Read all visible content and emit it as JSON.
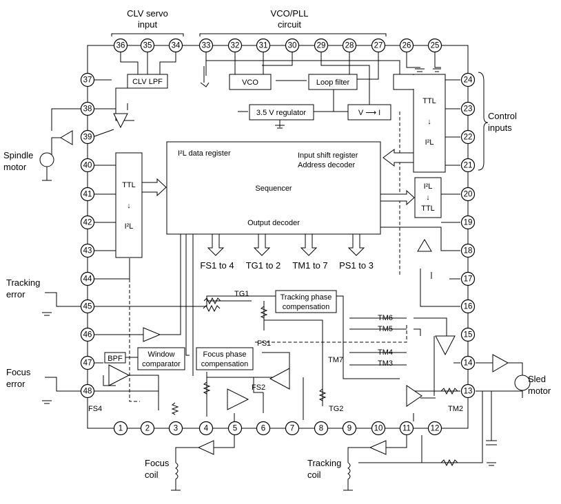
{
  "top_groups": {
    "clv_servo_input": [
      "CLV servo",
      "input"
    ],
    "vco_pll_circuit": [
      "VCO/PLL",
      "circuit"
    ]
  },
  "pins": [
    "1",
    "2",
    "3",
    "4",
    "5",
    "6",
    "7",
    "8",
    "9",
    "10",
    "11",
    "12",
    "13",
    "14",
    "15",
    "16",
    "17",
    "18",
    "19",
    "20",
    "21",
    "22",
    "23",
    "24",
    "25",
    "26",
    "27",
    "28",
    "29",
    "30",
    "31",
    "32",
    "33",
    "34",
    "35",
    "36",
    "37",
    "38",
    "39",
    "40",
    "41",
    "42",
    "43",
    "44",
    "45",
    "46",
    "47",
    "48"
  ],
  "blocks": {
    "clv_lpf": "CLV LPF",
    "vco": "VCO",
    "loop_filter": "Loop filter",
    "regulator": "3.5 V regulator",
    "v_to_i": "V ⟶ I",
    "bpf": "BPF",
    "window_comparator": [
      "Window",
      "comparator"
    ],
    "focus_phase_compensation": [
      "Focus phase",
      "compensation"
    ],
    "tracking_phase_compensation": [
      "Tracking phase",
      "compensation"
    ]
  },
  "core": {
    "i2l_data_register": "I²L data register",
    "input_shift_register": "Input shift register",
    "address_decoder": "Address decoder",
    "sequencer": "Sequencer",
    "output_decoder": "Output decoder"
  },
  "converters": {
    "ttl_i2l_right": [
      "TTL",
      "↓",
      "I²L"
    ],
    "ttl_i2l_left": [
      "TTL",
      "↓",
      "I²L"
    ],
    "i2l_ttl": [
      "I²L",
      "↓",
      "TTL"
    ]
  },
  "outputs": [
    "FS1 to 4",
    "TG1 to 2",
    "TM1 to 7",
    "PS1 to 3"
  ],
  "switches": [
    "TG1",
    "TM6",
    "TM5",
    "FS1",
    "TM7",
    "TM4",
    "TM3",
    "FS2",
    "FS4",
    "TG2",
    "TM2"
  ],
  "external": {
    "spindle_motor": [
      "Spindle",
      "motor"
    ],
    "tracking_error": [
      "Tracking",
      "error"
    ],
    "focus_error": [
      "Focus",
      "error"
    ],
    "control_inputs": [
      "Control",
      "inputs"
    ],
    "sled_motor": [
      "Sled",
      "motor"
    ],
    "focus_coil": [
      "Focus",
      "coil"
    ],
    "tracking_coil": [
      "Tracking",
      "coil"
    ]
  }
}
